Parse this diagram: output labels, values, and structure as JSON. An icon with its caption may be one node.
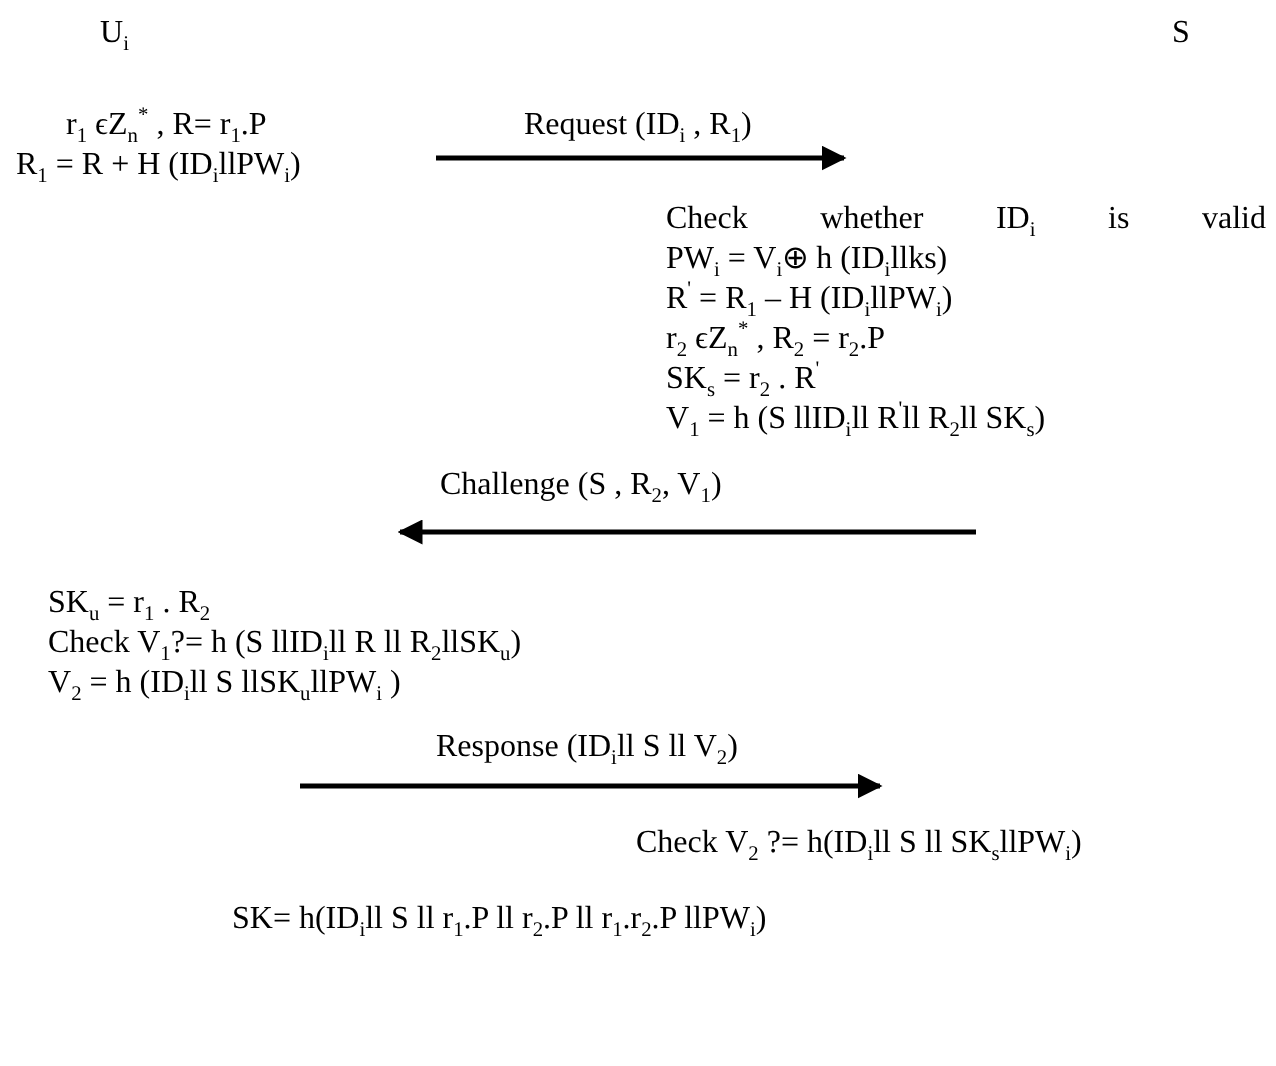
{
  "diagram": {
    "nodes": [
      {
        "text": [
          "r$_{1}$ ϵZ$_{n}$$^{*}$ , R= r$_{1}$.P",
          "R$_{1}$ = R + H (ID$_{i}$llPW$_{i}$)"
        ]
      },
      {
        "text": [
          "Check whether ID$_{i}$ is valid",
          "PW$_{i}$ = V$_{i}$⊕ h (ID$_{i}$llks)",
          "R$^{'}$ = R$_{1}$ – H (ID$_{i}$llPW$_{i}$)",
          "r$_{2}$ ϵZ$_{n}$$^{*}$ , R$_{2}$ = r$_{2}$.P",
          "SK$_{s}$ = r$_{2}$ . R$^{'}$",
          "V$_{1}$ = h (S llID$_{i}$ll R$^{'}$ll R$_{2}$ll SK$_{s}$)"
        ]
      },
      {
        "text": [
          "SK$_{u}$ = r$_{1}$ . R$_{2}$",
          "Check V$_{1}$?= h (S llID$_{i}$ll R ll R$_{2}$llSK$_{u}$)",
          "V$_{2}$ = h (ID$_{i}$ll S llSK$_{u}$llPW$_{i}$ )"
        ]
      },
      {
        "text": [
          "Check V$_{2}$ ?= h(ID$_{i}$ll S ll SK$_{s}$llPW$_{i}$)"
        ]
      }
    ],
    "edges": [
      {
        "from": 0,
        "to": 1,
        "arrow": "to",
        "label": "Request (ID$_{i}$ , R$_{1}$)"
      },
      {
        "from": 1,
        "to": 2,
        "arrow": "to",
        "label": "Challenge (S , R$_{2}$, V$_{1}$)"
      },
      {
        "from": 2,
        "to": 3,
        "arrow": "to",
        "label": "Response (ID$_{i}$ll S ll V$_{2}$)"
      }
    ],
    "labels": [
      "U$_{i}$",
      "S",
      "SK= h(ID$_{i}$ll S ll r$_{1}$.P ll r$_{2}$.P ll r$_{1}$.r$_{2}$.P llPW$_{i}$)"
    ]
  }
}
